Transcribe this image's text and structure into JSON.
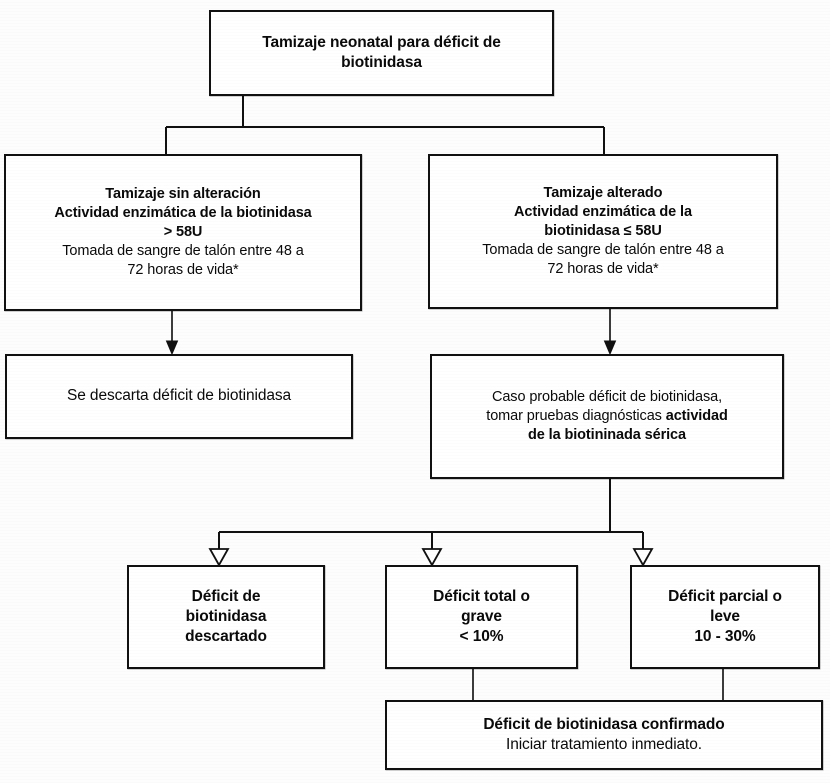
{
  "diagram": {
    "title": "Tamizaje neonatal para déficit de biotinidasa",
    "type": "flowchart",
    "orientation": "top-down",
    "background_color": "#fdfdfd",
    "line_color": "#111111",
    "text_color": "#0a0a0a"
  },
  "nodes": {
    "root": {
      "id": "root",
      "line1": "Tamizaje neonatal para déficit de",
      "line2": "biotinidasa"
    },
    "normal_screen": {
      "id": "normal_screen",
      "line1": "Tamizaje sin alteración",
      "line2": "Actividad enzimática de la biotinidasa",
      "line3": "> 58U",
      "line4": "Tomada de sangre de talón entre 48 a",
      "line5": "72 horas de vida*"
    },
    "abnormal_screen": {
      "id": "abnormal_screen",
      "line1": "Tamizaje  alterado",
      "line2": "Actividad enzimática de la",
      "line3": "biotinidasa ≤ 58U",
      "line4": "Tomada de sangre de talón entre 48 a",
      "line5": "72 horas de vida*"
    },
    "ruled_out": {
      "id": "ruled_out",
      "line1": "Se descarta déficit de biotinidasa"
    },
    "probable_case": {
      "id": "probable_case",
      "line1": "Caso probable déficit de biotinidasa,",
      "line2_regular": "tomar pruebas diagnósticas ",
      "line2_bold": "actividad",
      "line3_bold": "de la biotininada sérica"
    },
    "discarded": {
      "id": "discarded",
      "line1": "Déficit de",
      "line2": "biotinidasa",
      "line3": "descartado"
    },
    "total_severe": {
      "id": "total_severe",
      "line1": "Déficit total o",
      "line2": "grave",
      "line3": "< 10%"
    },
    "partial_mild": {
      "id": "partial_mild",
      "line1": "Déficit parcial o",
      "line2": "leve",
      "line3": "10 - 30%"
    },
    "confirmed": {
      "id": "confirmed",
      "line1": "Déficit de biotinidasa confirmado",
      "line2": "Iniciar tratamiento inmediato."
    }
  },
  "edges": [
    {
      "from": "root",
      "to": "normal_screen",
      "arrowhead": "none"
    },
    {
      "from": "root",
      "to": "abnormal_screen",
      "arrowhead": "none"
    },
    {
      "from": "normal_screen",
      "to": "ruled_out",
      "arrowhead": "solid"
    },
    {
      "from": "abnormal_screen",
      "to": "probable_case",
      "arrowhead": "solid"
    },
    {
      "from": "probable_case",
      "to": "discarded",
      "arrowhead": "open-triangle"
    },
    {
      "from": "probable_case",
      "to": "total_severe",
      "arrowhead": "open-triangle"
    },
    {
      "from": "probable_case",
      "to": "partial_mild",
      "arrowhead": "open-triangle"
    },
    {
      "from": "total_severe",
      "to": "confirmed",
      "arrowhead": "none"
    },
    {
      "from": "partial_mild",
      "to": "confirmed",
      "arrowhead": "none"
    }
  ],
  "footnote_marker": "*"
}
